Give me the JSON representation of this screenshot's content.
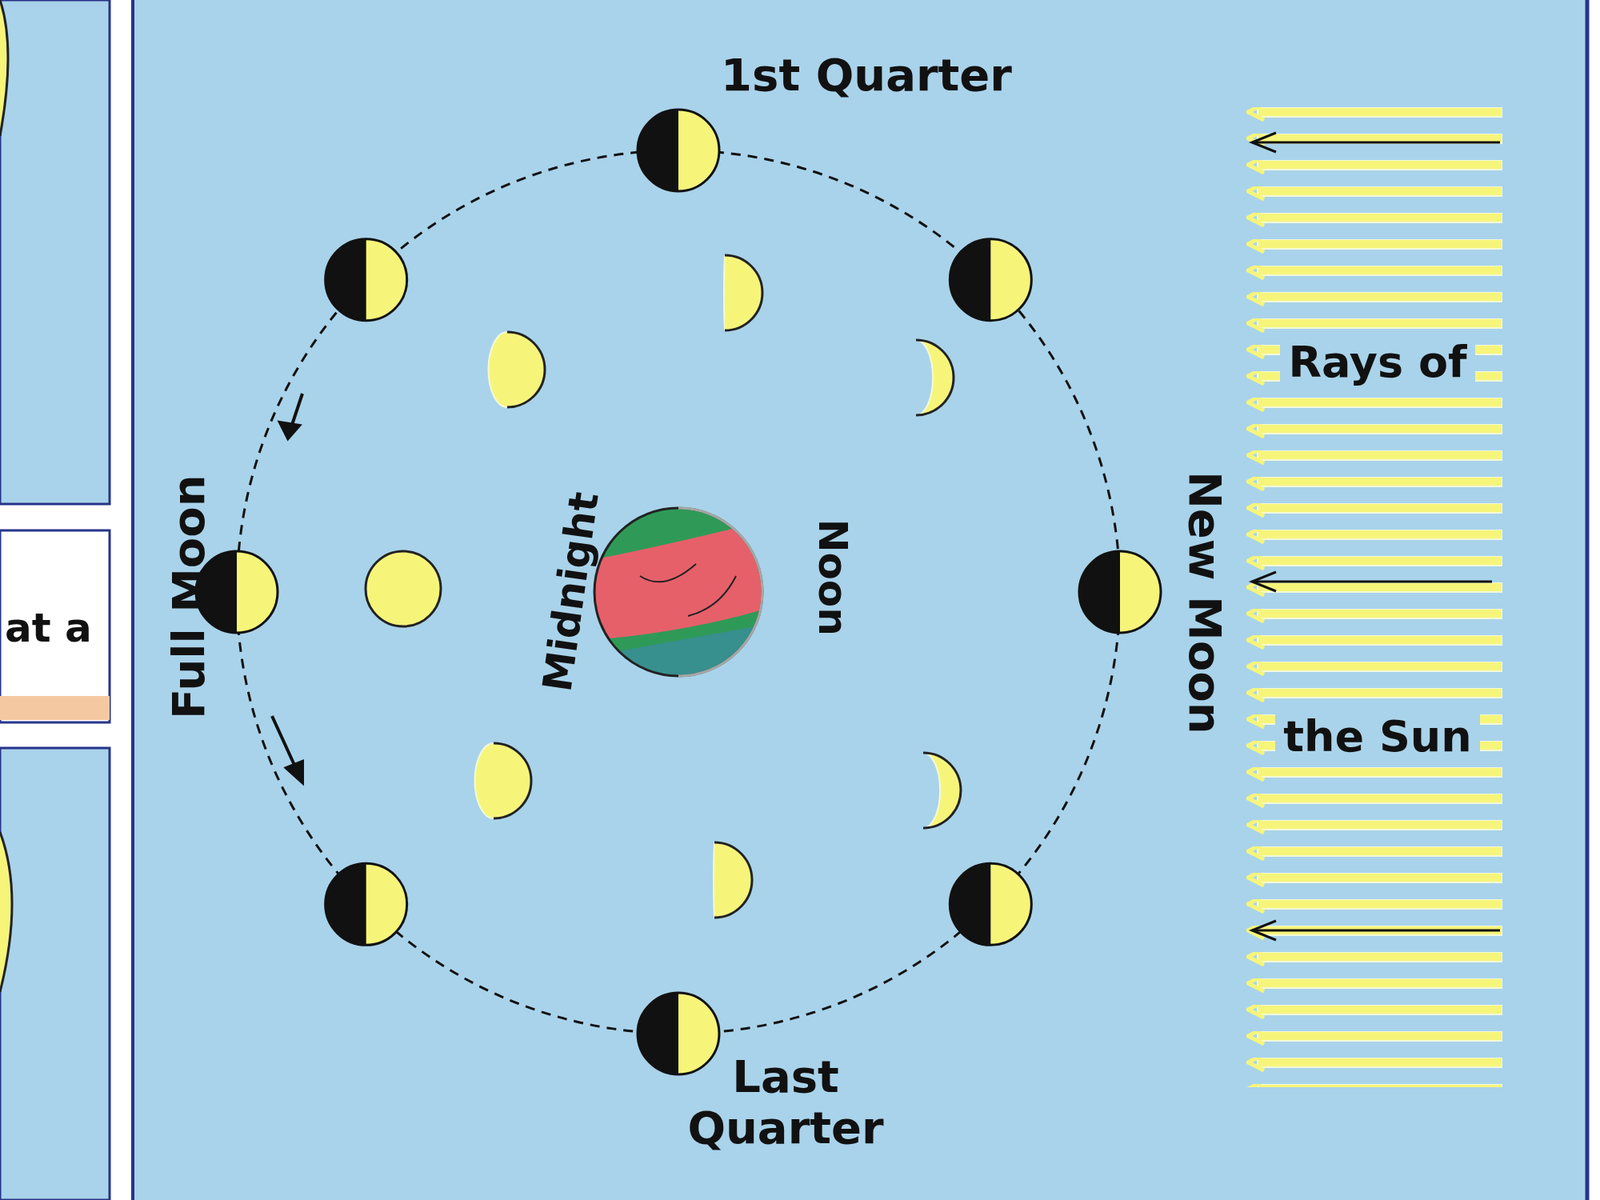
{
  "diagram": {
    "labels": [
      "1st Quarter",
      "Full Moon",
      "Midnight",
      "Noon",
      "New Moon",
      "Last Quarter",
      "Rays of",
      "the Sun",
      "at a"
    ]
  }
}
